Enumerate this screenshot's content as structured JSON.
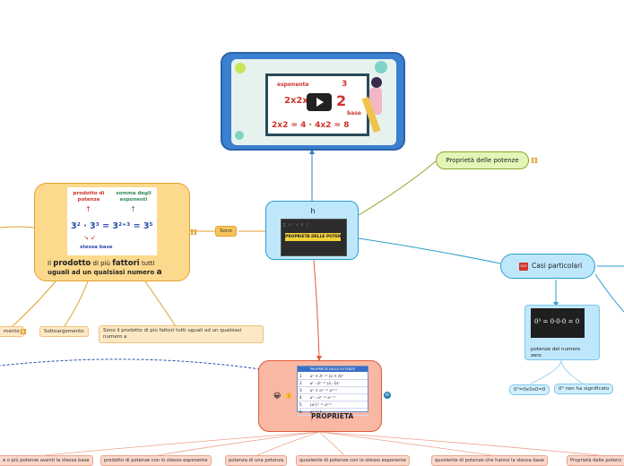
{
  "center": {
    "label": "h",
    "blackboard_text": "PROPRIETÀ DELLE POTENZE"
  },
  "video": {
    "esponente": "esponente",
    "exponent_digit": "3",
    "top_formula": "2x2x",
    "top_formula_end": "2",
    "base": "base",
    "bottom_formula": "2x2 = 4 · 4x2 = 8"
  },
  "proprieta_delle_potenze": "Proprietà delle potenze",
  "pi_symbol": "π",
  "casi_particolari": {
    "icon": "SOS",
    "label": "Casi particolari",
    "board_formula": "0³ = 0·0·0 = 0",
    "board_caption": "potenze del numero zero",
    "child_1": "0³=0x0x0=0",
    "child_2": "0⁰ non ha significato"
  },
  "sono": "Sono",
  "left_card": {
    "prodotto_di_potenze": "prodotto di potenze",
    "somma_esponenti": "somma degli esponenti",
    "formula": "3² · 3³ = 3²⁺³ = 3⁵",
    "stessa_base": "stessa base",
    "caption_1": "Il",
    "caption_2": "prodotto",
    "caption_3": "di più",
    "caption_4": "fattori",
    "caption_5": "tutti",
    "caption_6": "uguali ad un qualsiasi numero",
    "caption_7": "a"
  },
  "left_children": {
    "mento": "mento",
    "sottoargomento": "Sottoargomento",
    "sono_prodotto": "Sono il prodotto di più fattori tutti uguali ad un qualsiasi numero a"
  },
  "proprieta_card": {
    "table_title": "PROPRIETÀ DELLE POTENZE",
    "rows": [
      {
        "n": "1",
        "f": "aⁿ × bⁿ = (a × b)ⁿ"
      },
      {
        "n": "2",
        "f": "aⁿ : bⁿ = (a : b)ⁿ"
      },
      {
        "n": "3",
        "f": "aⁿ × aᵐ = aⁿ⁺ᵐ"
      },
      {
        "n": "4",
        "f": "aⁿ : aᵐ = aⁿ⁻ᵐ"
      },
      {
        "n": "5",
        "f": "(aⁿ)ᵐ = aⁿˣᵐ"
      },
      {
        "n": "6",
        "f": "aⁿ = 1"
      }
    ],
    "label": "PROPRIETA",
    "label_2": "'",
    "emoji": "😀",
    "emoji_2": "👍"
  },
  "bottom_items": [
    "e o più potenze aventi la stessa base",
    "prodotto di potenze con lo stesso esponente",
    "potenza di una potenza",
    "quoziente di potenze con lo stesso esponente",
    "quoziente di potenze che hanno la stessa base",
    "Proprietà delle potenz"
  ]
}
